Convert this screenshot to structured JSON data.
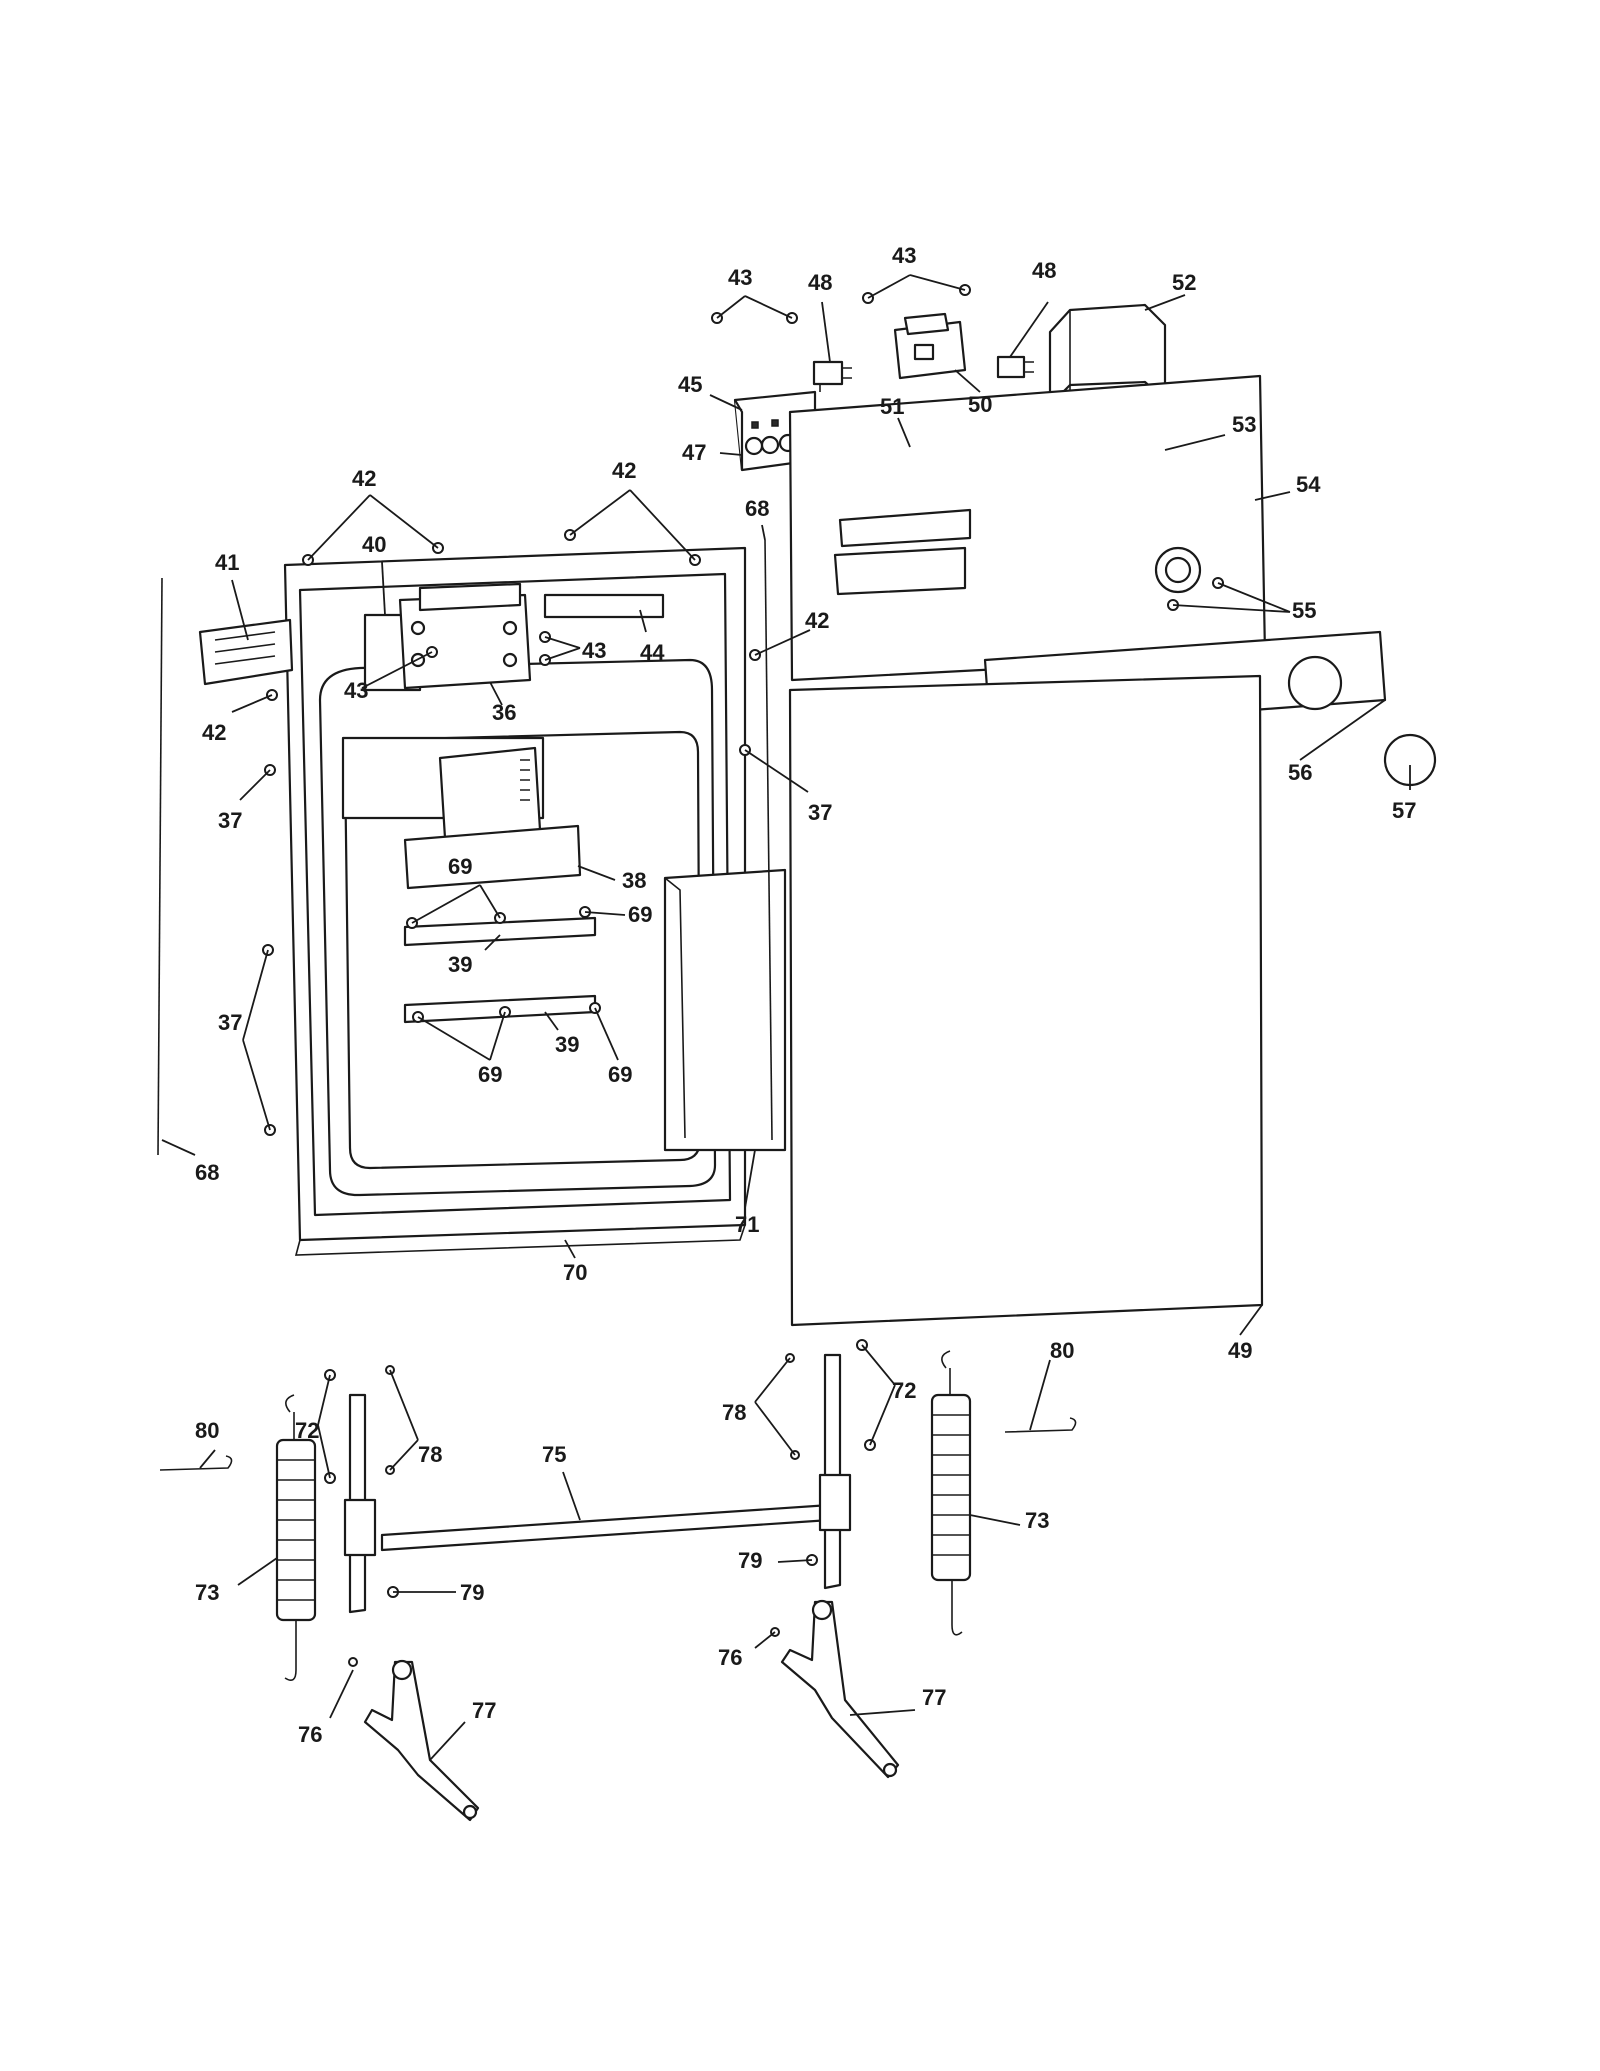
{
  "diagram": {
    "callouts": {
      "c43a": "43",
      "c48a": "48",
      "c43b": "43",
      "c48b": "48",
      "c52": "52",
      "c45": "45",
      "c47": "47",
      "c51": "51",
      "c50": "50",
      "c53": "53",
      "c42a": "42",
      "c42b": "42",
      "c68a": "68",
      "c54": "54",
      "c41": "41",
      "c40": "40",
      "c43c": "43",
      "c44": "44",
      "c43d": "43",
      "c42c": "42",
      "c55": "55",
      "c36": "36",
      "c42d": "42",
      "c37a": "37",
      "c37b": "37",
      "c56": "56",
      "c57": "57",
      "c69a": "69",
      "c38": "38",
      "c69b": "69",
      "c39a": "39",
      "c39b": "39",
      "c37c": "37",
      "c69c": "69",
      "c69d": "69",
      "c68b": "68",
      "c71": "71",
      "c70": "70",
      "c49": "49",
      "c80a": "80",
      "c72a": "72",
      "c78a": "78",
      "c75": "75",
      "c78b": "78",
      "c72b": "72",
      "c80b": "80",
      "c73a": "73",
      "c79a": "79",
      "c79b": "79",
      "c73b": "73",
      "c76a": "76",
      "c77a": "77",
      "c76b": "76",
      "c77b": "77"
    }
  }
}
